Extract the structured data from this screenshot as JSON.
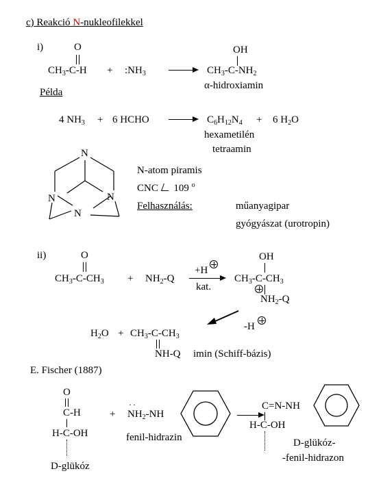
{
  "heading": {
    "prefix": "c) Reakció ",
    "n": "N",
    "suffix": "-nukleofilekkel"
  },
  "part_i": {
    "label": "i)",
    "aldehyde_o": "O",
    "aldehyde_formula": "CH",
    "aldehyde_sub": "3",
    "aldehyde_tail": "-C-H",
    "plus": "+",
    "ammonia_prefix": ":NH",
    "ammonia_sub": "3",
    "product_oh": "OH",
    "product_formula": "CH",
    "product_sub": "3",
    "product_tail": "-C-NH",
    "product_sub2": "2",
    "product_name": "α-hidroxiamin"
  },
  "example": {
    "label": "Példa",
    "r1_prefix": "4 NH",
    "r1_sub": "3",
    "plus1": "+",
    "r2": "6 HCHO",
    "p1_c": "C",
    "p1_c_sub": "6",
    "p1_h": "H",
    "p1_h_sub": "12",
    "p1_n": "N",
    "p1_n_sub": "4",
    "plus2": "+",
    "p2_prefix": "6 H",
    "p2_sub": "2",
    "p2_suffix": "O",
    "name_line1": "hexametilén",
    "name_line2": "tetraamin",
    "atom_n": "N",
    "note1": "N-atom piramis",
    "note2_prefix": "CNC",
    "note2_value": "109",
    "note2_unit": "o",
    "uses_label": "Felhasználás:",
    "use1": "műanyagipar",
    "use2": "gyógyászat (urotropin)"
  },
  "part_ii": {
    "label": "ii)",
    "ketone_o": "O",
    "ketone_formula": "CH",
    "ketone_sub": "3",
    "ketone_tail": "-C-CH",
    "ketone_sub2": "3",
    "plus": "+",
    "amine_prefix": "NH",
    "amine_sub": "2",
    "amine_tail": "-Q",
    "catalyst_top": "+H",
    "catalyst_bottom": "kat.",
    "adduct_oh": "OH",
    "adduct_formula": "CH",
    "adduct_sub": "3",
    "adduct_tail": "-C-CH",
    "adduct_sub2": "3",
    "adduct_nh_prefix": "NH",
    "adduct_nh_sub": "2",
    "adduct_nh_tail": "-Q",
    "elimination": "-H",
    "water_prefix": "H",
    "water_sub": "2",
    "water_suffix": "O",
    "plus2": "+",
    "imine_formula": "CH",
    "imine_sub": "3",
    "imine_tail": "-C-CH",
    "imine_sub2": "3",
    "imine_n": "NH-Q",
    "imine_name": "imin (Schiff-bázis)"
  },
  "fischer": {
    "label": "E. Fischer (1887)",
    "glucose_o": "O",
    "glucose_ch": "C-H",
    "glucose_hcoh": "H-C-OH",
    "glucose_name": "D-glükóz",
    "plus": "+",
    "hydrazine_prefix": "NH",
    "hydrazine_sub": "2",
    "hydrazine_tail": "-NH",
    "hydrazine_name": "fenil-hidrazin",
    "product_cn": "C=N-NH",
    "product_hcoh": "H-C-OH",
    "product_name_line1": "D-glükóz-",
    "product_name_line2": "-fenil-hidrazon"
  }
}
